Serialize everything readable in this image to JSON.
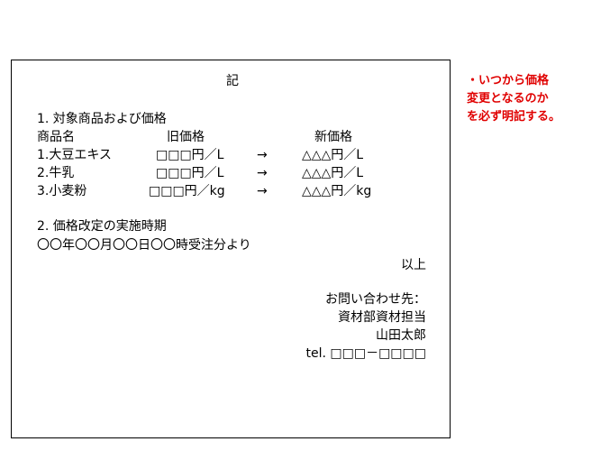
{
  "document": {
    "title": "記",
    "section1": {
      "heading": "1.  対象商品および価格",
      "columns": {
        "product": "商品名",
        "old_price": "旧価格",
        "new_price": "新価格"
      },
      "rows": [
        {
          "name": "1.大豆エキス",
          "old": "□□□円／L",
          "arrow": "→",
          "new": "△△△円／L"
        },
        {
          "name": "2.牛乳",
          "old": "□□□円／L",
          "arrow": "→",
          "new": "△△△円／L"
        },
        {
          "name": "3.小麦粉",
          "old": "□□□円／kg",
          "arrow": "→",
          "new": "△△△円／kg"
        }
      ]
    },
    "section2": {
      "heading": "2.  価格改定の実施時期",
      "date_text": "〇〇年〇〇月〇〇日〇〇時受注分より"
    },
    "closing": "以上",
    "contact": {
      "label": "お問い合わせ先：",
      "department": "資材部資材担当",
      "person": "山田太郎",
      "tel": "tel. □□□－□□□□"
    }
  },
  "annotation": {
    "lines": [
      "・いつから価格",
      "変更となるのか",
      "を必ず明記する。"
    ],
    "color": "#e00000"
  }
}
